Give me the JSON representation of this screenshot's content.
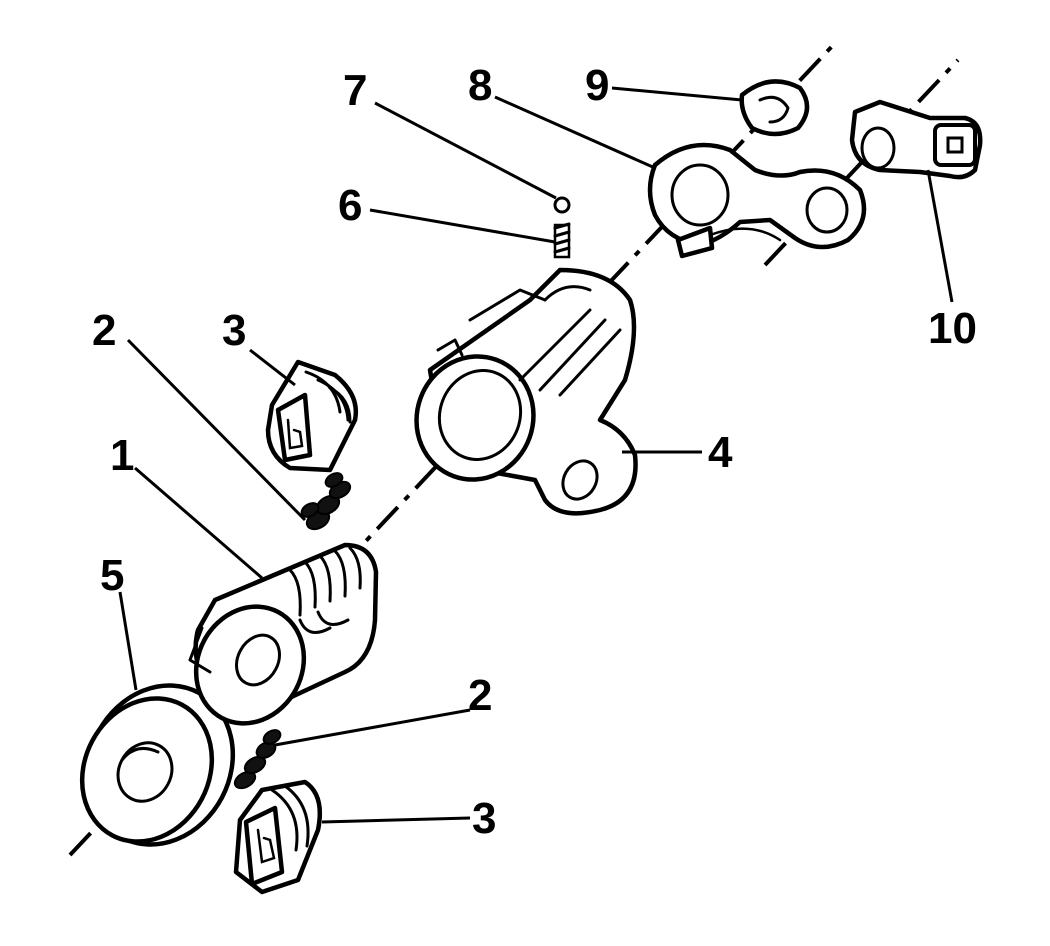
{
  "callouts": {
    "c1": "1",
    "c2a": "2",
    "c2b": "2",
    "c3a": "3",
    "c3b": "3",
    "c4": "4",
    "c5": "5",
    "c6": "6",
    "c7": "7",
    "c8": "8",
    "c9": "9",
    "c10": "10"
  }
}
